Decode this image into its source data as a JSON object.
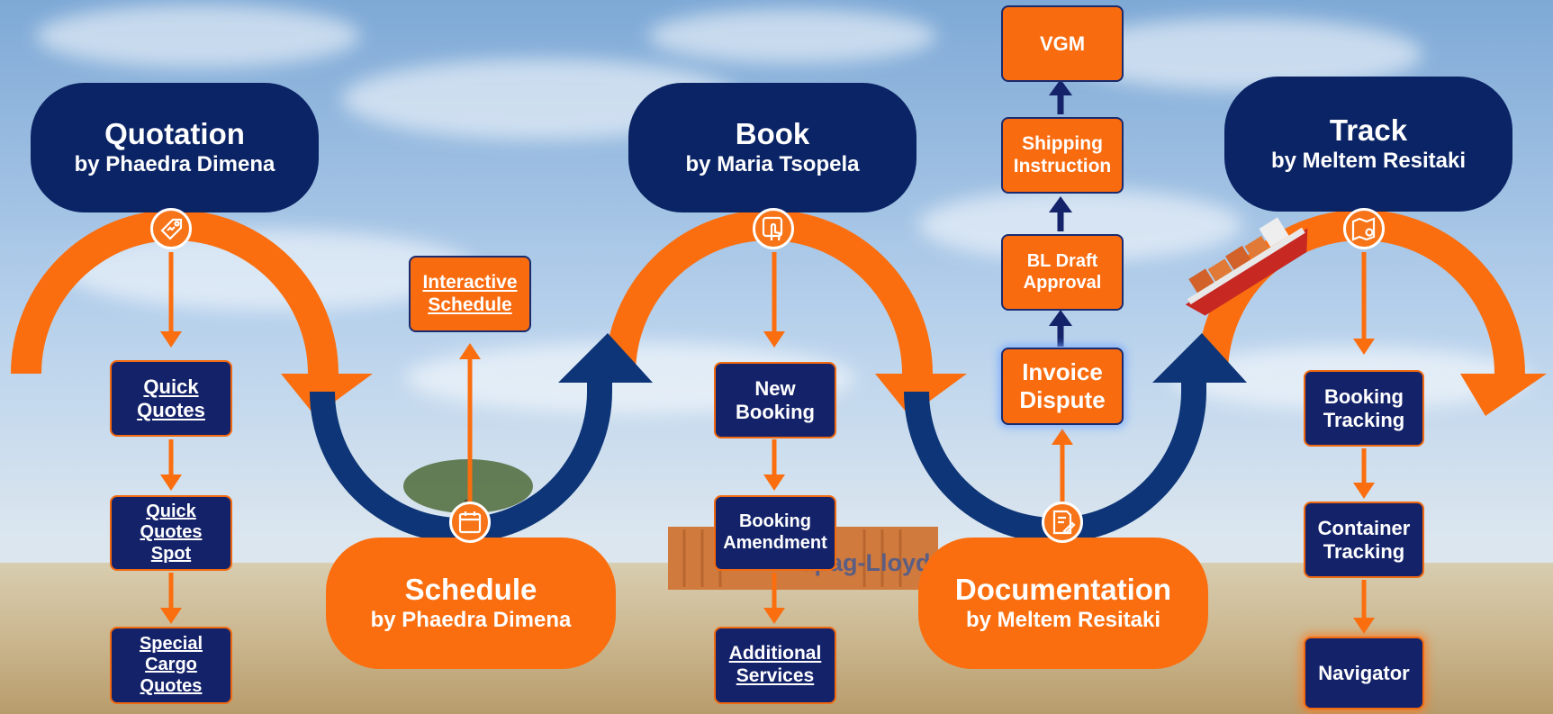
{
  "stages": {
    "quotation": {
      "title": "Quotation",
      "subtitle": "by Phaedra Dimena"
    },
    "schedule": {
      "title": "Schedule",
      "subtitle": "by Phaedra Dimena"
    },
    "book": {
      "title": "Book",
      "subtitle": "by Maria Tsopela"
    },
    "documentation": {
      "title": "Documentation",
      "subtitle": "by Meltem Resitaki"
    },
    "track": {
      "title": "Track",
      "subtitle": "by Meltem Resitaki"
    }
  },
  "quotation_items": [
    "Quick\nQuotes",
    "Quick\nQuotes\nSpot",
    "Special\nCargo\nQuotes"
  ],
  "schedule_items": [
    "Interactive\nSchedule"
  ],
  "book_items": [
    "New\nBooking",
    "Booking\nAmendment",
    "Additional\nServices"
  ],
  "documentation_items": [
    "Invoice\nDispute",
    "BL Draft\nApproval",
    "Shipping\nInstruction",
    "VGM"
  ],
  "track_items": [
    "Booking\nTracking",
    "Container\nTracking",
    "Navigator"
  ],
  "background": {
    "container_text": "Hapag-Lloyd"
  },
  "icons": [
    "price-tag-icon",
    "calendar-icon",
    "touch-hand-icon",
    "document-pen-icon",
    "map-pin-icon"
  ],
  "colors": {
    "navy": "#0b2466",
    "orange": "#fa6e0f",
    "sky": "#9cc0e6"
  }
}
